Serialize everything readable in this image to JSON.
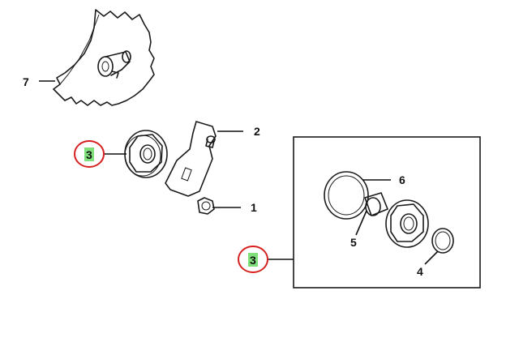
{
  "callouts": {
    "c1": "1",
    "c2": "2",
    "c3_left": "3",
    "c3_inset": "3",
    "c4": "4",
    "c5": "5",
    "c6": "6",
    "c7": "7"
  },
  "colors": {
    "highlight_fill": "#7fe07a",
    "highlight_ring": "#d62020",
    "line": "#1a1a1a"
  }
}
